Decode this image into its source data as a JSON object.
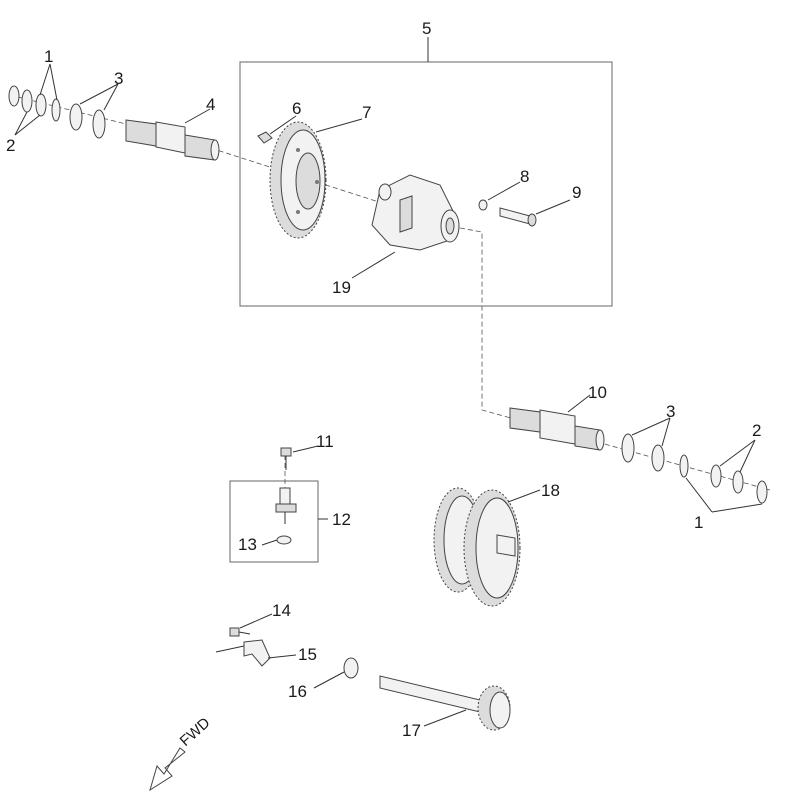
{
  "callouts": {
    "c1a": "1",
    "c2a": "2",
    "c3a": "3",
    "c4": "4",
    "c5": "5",
    "c6": "6",
    "c7": "7",
    "c8": "8",
    "c9": "9",
    "c19": "19",
    "c10": "10",
    "c3b": "3",
    "c2b": "2",
    "c1b": "1",
    "c18": "18",
    "c11": "11",
    "c12": "12",
    "c13": "13",
    "c14": "14",
    "c15": "15",
    "c16": "16",
    "c17": "17"
  },
  "direction_label": "FWD"
}
